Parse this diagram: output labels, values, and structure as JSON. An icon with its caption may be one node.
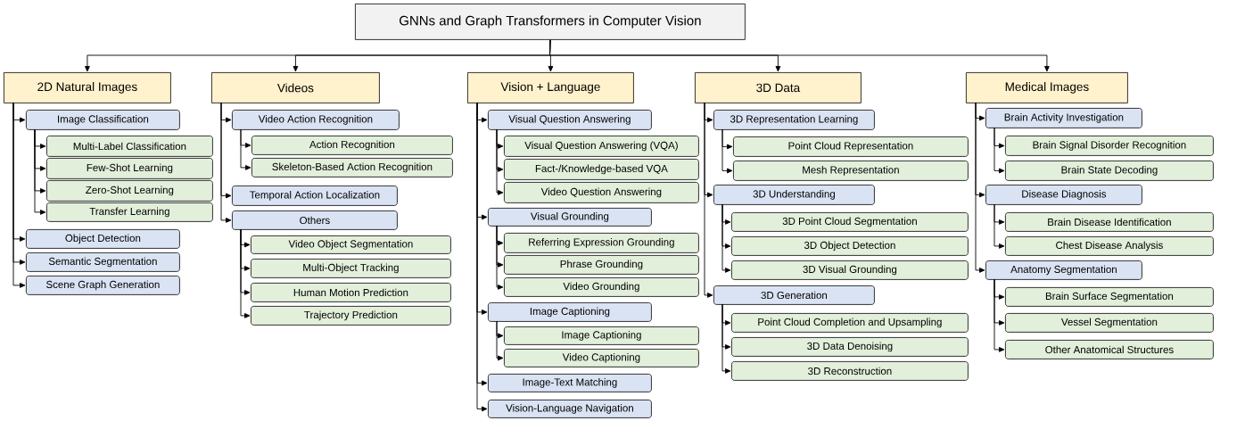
{
  "diagram": {
    "nodes": [
      {
        "text": [
          "GNNs and Graph Transformers in Computer Vision"
        ]
      },
      {
        "text": [
          "2D Natural Images"
        ]
      },
      {
        "text": [
          "Image Classification"
        ]
      },
      {
        "text": [
          "Multi-Label Classification"
        ]
      },
      {
        "text": [
          "Few-Shot Learning"
        ]
      },
      {
        "text": [
          "Zero-Shot Learning"
        ]
      },
      {
        "text": [
          "Transfer Learning"
        ]
      },
      {
        "text": [
          "Object Detection"
        ]
      },
      {
        "text": [
          "Semantic Segmentation"
        ]
      },
      {
        "text": [
          "Scene Graph Generation"
        ]
      },
      {
        "text": [
          "Videos"
        ]
      },
      {
        "text": [
          "Video Action Recognition"
        ]
      },
      {
        "text": [
          "Action Recognition"
        ]
      },
      {
        "text": [
          "Skeleton-Based Action Recognition"
        ]
      },
      {
        "text": [
          "Temporal Action Localization"
        ]
      },
      {
        "text": [
          "Others"
        ]
      },
      {
        "text": [
          "Video Object Segmentation"
        ]
      },
      {
        "text": [
          "Multi-Object Tracking"
        ]
      },
      {
        "text": [
          "Human Motion Prediction"
        ]
      },
      {
        "text": [
          "Trajectory Prediction"
        ]
      },
      {
        "text": [
          "Vision + Language"
        ]
      },
      {
        "text": [
          "Visual Question Answering"
        ]
      },
      {
        "text": [
          "Visual Question Answering (VQA)"
        ]
      },
      {
        "text": [
          "Fact-/Knowledge-based VQA"
        ]
      },
      {
        "text": [
          "Video Question Answering"
        ]
      },
      {
        "text": [
          "Visual Grounding"
        ]
      },
      {
        "text": [
          "Referring Expression Grounding"
        ]
      },
      {
        "text": [
          "Phrase Grounding"
        ]
      },
      {
        "text": [
          "Video Grounding"
        ]
      },
      {
        "text": [
          "Image Captioning"
        ]
      },
      {
        "text": [
          "Image Captioning"
        ]
      },
      {
        "text": [
          "Video Captioning"
        ]
      },
      {
        "text": [
          "Image-Text Matching"
        ]
      },
      {
        "text": [
          "Vision-Language Navigation"
        ]
      },
      {
        "text": [
          "3D Data"
        ]
      },
      {
        "text": [
          "3D Representation Learning"
        ]
      },
      {
        "text": [
          "Point Cloud Representation"
        ]
      },
      {
        "text": [
          "Mesh Representation"
        ]
      },
      {
        "text": [
          "3D Understanding"
        ]
      },
      {
        "text": [
          "3D Point Cloud Segmentation"
        ]
      },
      {
        "text": [
          "3D Object Detection"
        ]
      },
      {
        "text": [
          "3D Visual Grounding"
        ]
      },
      {
        "text": [
          "3D Generation"
        ]
      },
      {
        "text": [
          "Point Cloud Completion and Upsampling"
        ]
      },
      {
        "text": [
          "3D Data Denoising"
        ]
      },
      {
        "text": [
          "3D Reconstruction"
        ]
      },
      {
        "text": [
          "Medical Images"
        ]
      },
      {
        "text": [
          "Brain Activity Investigation"
        ]
      },
      {
        "text": [
          "Brain Signal Disorder Recognition"
        ]
      },
      {
        "text": [
          "Brain State Decoding"
        ]
      },
      {
        "text": [
          "Disease Diagnosis"
        ]
      },
      {
        "text": [
          "Brain Disease Identification"
        ]
      },
      {
        "text": [
          "Chest Disease Analysis"
        ]
      },
      {
        "text": [
          "Anatomy Segmentation"
        ]
      },
      {
        "text": [
          "Brain Surface Segmentation"
        ]
      },
      {
        "text": [
          "Vessel Segmentation"
        ]
      },
      {
        "text": [
          "Other Anatomical Structures"
        ]
      }
    ],
    "edges": [
      {
        "from": 0,
        "to": 1,
        "arrow": "to"
      },
      {
        "from": 0,
        "to": 10,
        "arrow": "to"
      },
      {
        "from": 0,
        "to": 20,
        "arrow": "to"
      },
      {
        "from": 0,
        "to": 34,
        "arrow": "to"
      },
      {
        "from": 0,
        "to": 46,
        "arrow": "to"
      },
      {
        "from": 1,
        "to": 2,
        "arrow": "to"
      },
      {
        "from": 2,
        "to": 3,
        "arrow": "to"
      },
      {
        "from": 2,
        "to": 4,
        "arrow": "to"
      },
      {
        "from": 2,
        "to": 5,
        "arrow": "to"
      },
      {
        "from": 2,
        "to": 6,
        "arrow": "to"
      },
      {
        "from": 1,
        "to": 7,
        "arrow": "to"
      },
      {
        "from": 1,
        "to": 8,
        "arrow": "to"
      },
      {
        "from": 1,
        "to": 9,
        "arrow": "to"
      },
      {
        "from": 10,
        "to": 11,
        "arrow": "to"
      },
      {
        "from": 11,
        "to": 12,
        "arrow": "to"
      },
      {
        "from": 11,
        "to": 13,
        "arrow": "to"
      },
      {
        "from": 10,
        "to": 14,
        "arrow": "to"
      },
      {
        "from": 10,
        "to": 15,
        "arrow": "to"
      },
      {
        "from": 15,
        "to": 16,
        "arrow": "to"
      },
      {
        "from": 15,
        "to": 17,
        "arrow": "to"
      },
      {
        "from": 15,
        "to": 18,
        "arrow": "to"
      },
      {
        "from": 15,
        "to": 19,
        "arrow": "to"
      },
      {
        "from": 20,
        "to": 21,
        "arrow": "to"
      },
      {
        "from": 21,
        "to": 22,
        "arrow": "to"
      },
      {
        "from": 21,
        "to": 23,
        "arrow": "to"
      },
      {
        "from": 21,
        "to": 24,
        "arrow": "to"
      },
      {
        "from": 20,
        "to": 25,
        "arrow": "to"
      },
      {
        "from": 25,
        "to": 26,
        "arrow": "to"
      },
      {
        "from": 25,
        "to": 27,
        "arrow": "to"
      },
      {
        "from": 25,
        "to": 28,
        "arrow": "to"
      },
      {
        "from": 20,
        "to": 29,
        "arrow": "to"
      },
      {
        "from": 29,
        "to": 30,
        "arrow": "to"
      },
      {
        "from": 29,
        "to": 31,
        "arrow": "to"
      },
      {
        "from": 20,
        "to": 32,
        "arrow": "to"
      },
      {
        "from": 20,
        "to": 33,
        "arrow": "to"
      },
      {
        "from": 34,
        "to": 35,
        "arrow": "to"
      },
      {
        "from": 35,
        "to": 36,
        "arrow": "to"
      },
      {
        "from": 35,
        "to": 37,
        "arrow": "to"
      },
      {
        "from": 34,
        "to": 38,
        "arrow": "to"
      },
      {
        "from": 38,
        "to": 39,
        "arrow": "to"
      },
      {
        "from": 38,
        "to": 40,
        "arrow": "to"
      },
      {
        "from": 38,
        "to": 41,
        "arrow": "to"
      },
      {
        "from": 34,
        "to": 42,
        "arrow": "to"
      },
      {
        "from": 42,
        "to": 43,
        "arrow": "to"
      },
      {
        "from": 42,
        "to": 44,
        "arrow": "to"
      },
      {
        "from": 42,
        "to": 45,
        "arrow": "to"
      },
      {
        "from": 46,
        "to": 47,
        "arrow": "to"
      },
      {
        "from": 47,
        "to": 48,
        "arrow": "to"
      },
      {
        "from": 47,
        "to": 49,
        "arrow": "to"
      },
      {
        "from": 46,
        "to": 50,
        "arrow": "to"
      },
      {
        "from": 50,
        "to": 51,
        "arrow": "to"
      },
      {
        "from": 50,
        "to": 52,
        "arrow": "to"
      },
      {
        "from": 46,
        "to": 53,
        "arrow": "to"
      },
      {
        "from": 53,
        "to": 54,
        "arrow": "to"
      },
      {
        "from": 53,
        "to": 55,
        "arrow": "to"
      },
      {
        "from": 53,
        "to": 56,
        "arrow": "to"
      }
    ]
  }
}
